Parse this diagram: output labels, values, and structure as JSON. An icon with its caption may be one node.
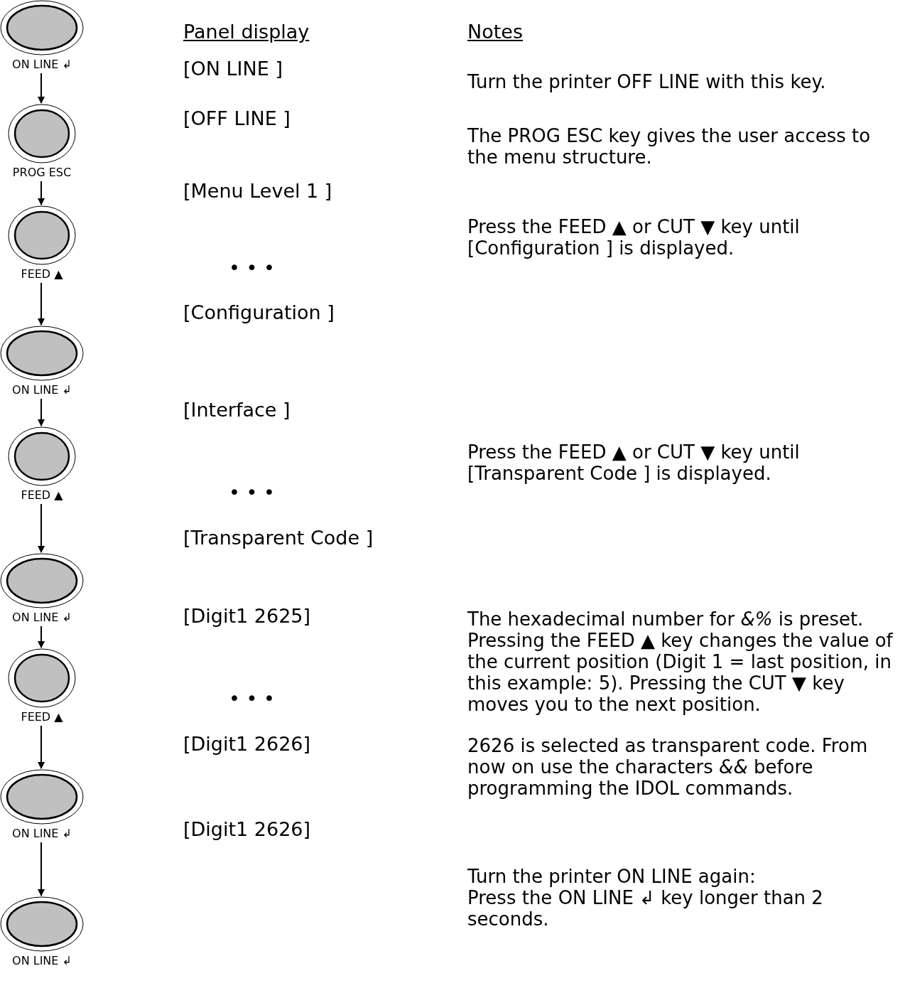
{
  "diagram": {
    "nodes": [
      {
        "text": [
          "ON LINE ↲"
        ]
      },
      {
        "text": [
          "PROG ESC"
        ]
      },
      {
        "text": [
          "FEED ▲"
        ]
      },
      {
        "text": [
          "ON LINE ↲"
        ]
      },
      {
        "text": [
          "FEED ▲"
        ]
      },
      {
        "text": [
          "ON LINE ↲"
        ]
      },
      {
        "text": [
          "FEED ▲"
        ]
      },
      {
        "text": [
          "ON LINE ↲"
        ]
      },
      {
        "text": [
          "ON LINE ↲"
        ]
      }
    ],
    "edges": [
      {
        "from": 0,
        "to": 1,
        "arrow": "to"
      },
      {
        "from": 1,
        "to": 2,
        "arrow": "to"
      },
      {
        "from": 2,
        "to": 3,
        "arrow": "to"
      },
      {
        "from": 3,
        "to": 4,
        "arrow": "to"
      },
      {
        "from": 4,
        "to": 5,
        "arrow": "to"
      },
      {
        "from": 5,
        "to": 6,
        "arrow": "to"
      },
      {
        "from": 6,
        "to": 7,
        "arrow": "to"
      },
      {
        "from": 7,
        "to": 8,
        "arrow": "to"
      }
    ],
    "labels": [
      "Panel display",
      "Notes",
      "[ON LINE ]",
      "Turn the printer OFF LINE with this key.",
      "[OFF LINE ]",
      "The PROG ESC key gives the user access to the menu structure.",
      "[Menu Level 1 ]",
      "Press the FEED ▲ or CUT ▼ key until [Configuration ] is displayed.",
      "• • •",
      "[Configuration ]",
      "[Interface ]",
      "Press the FEED ▲ or CUT ▼ key until [Transparent Code ] is displayed.",
      "• • •",
      "[Transparent Code ]",
      "[Digit1 2625]",
      "The hexadecimal number for *&%* is preset. Pressing the FEED ▲ key changes the value of the current position (Digit 1 = last position, in this example: 5). Pressing the CUT ▼ key moves you to the next position.",
      "• • •",
      "[Digit1 2626]",
      "2626 is selected as transparent code. From now on use the characters *&&* before programming the IDOL commands.",
      "[Digit1 2626]",
      "Turn the printer ON LINE again:",
      "Press the ON LINE ↲ key longer than 2 seconds."
    ]
  }
}
